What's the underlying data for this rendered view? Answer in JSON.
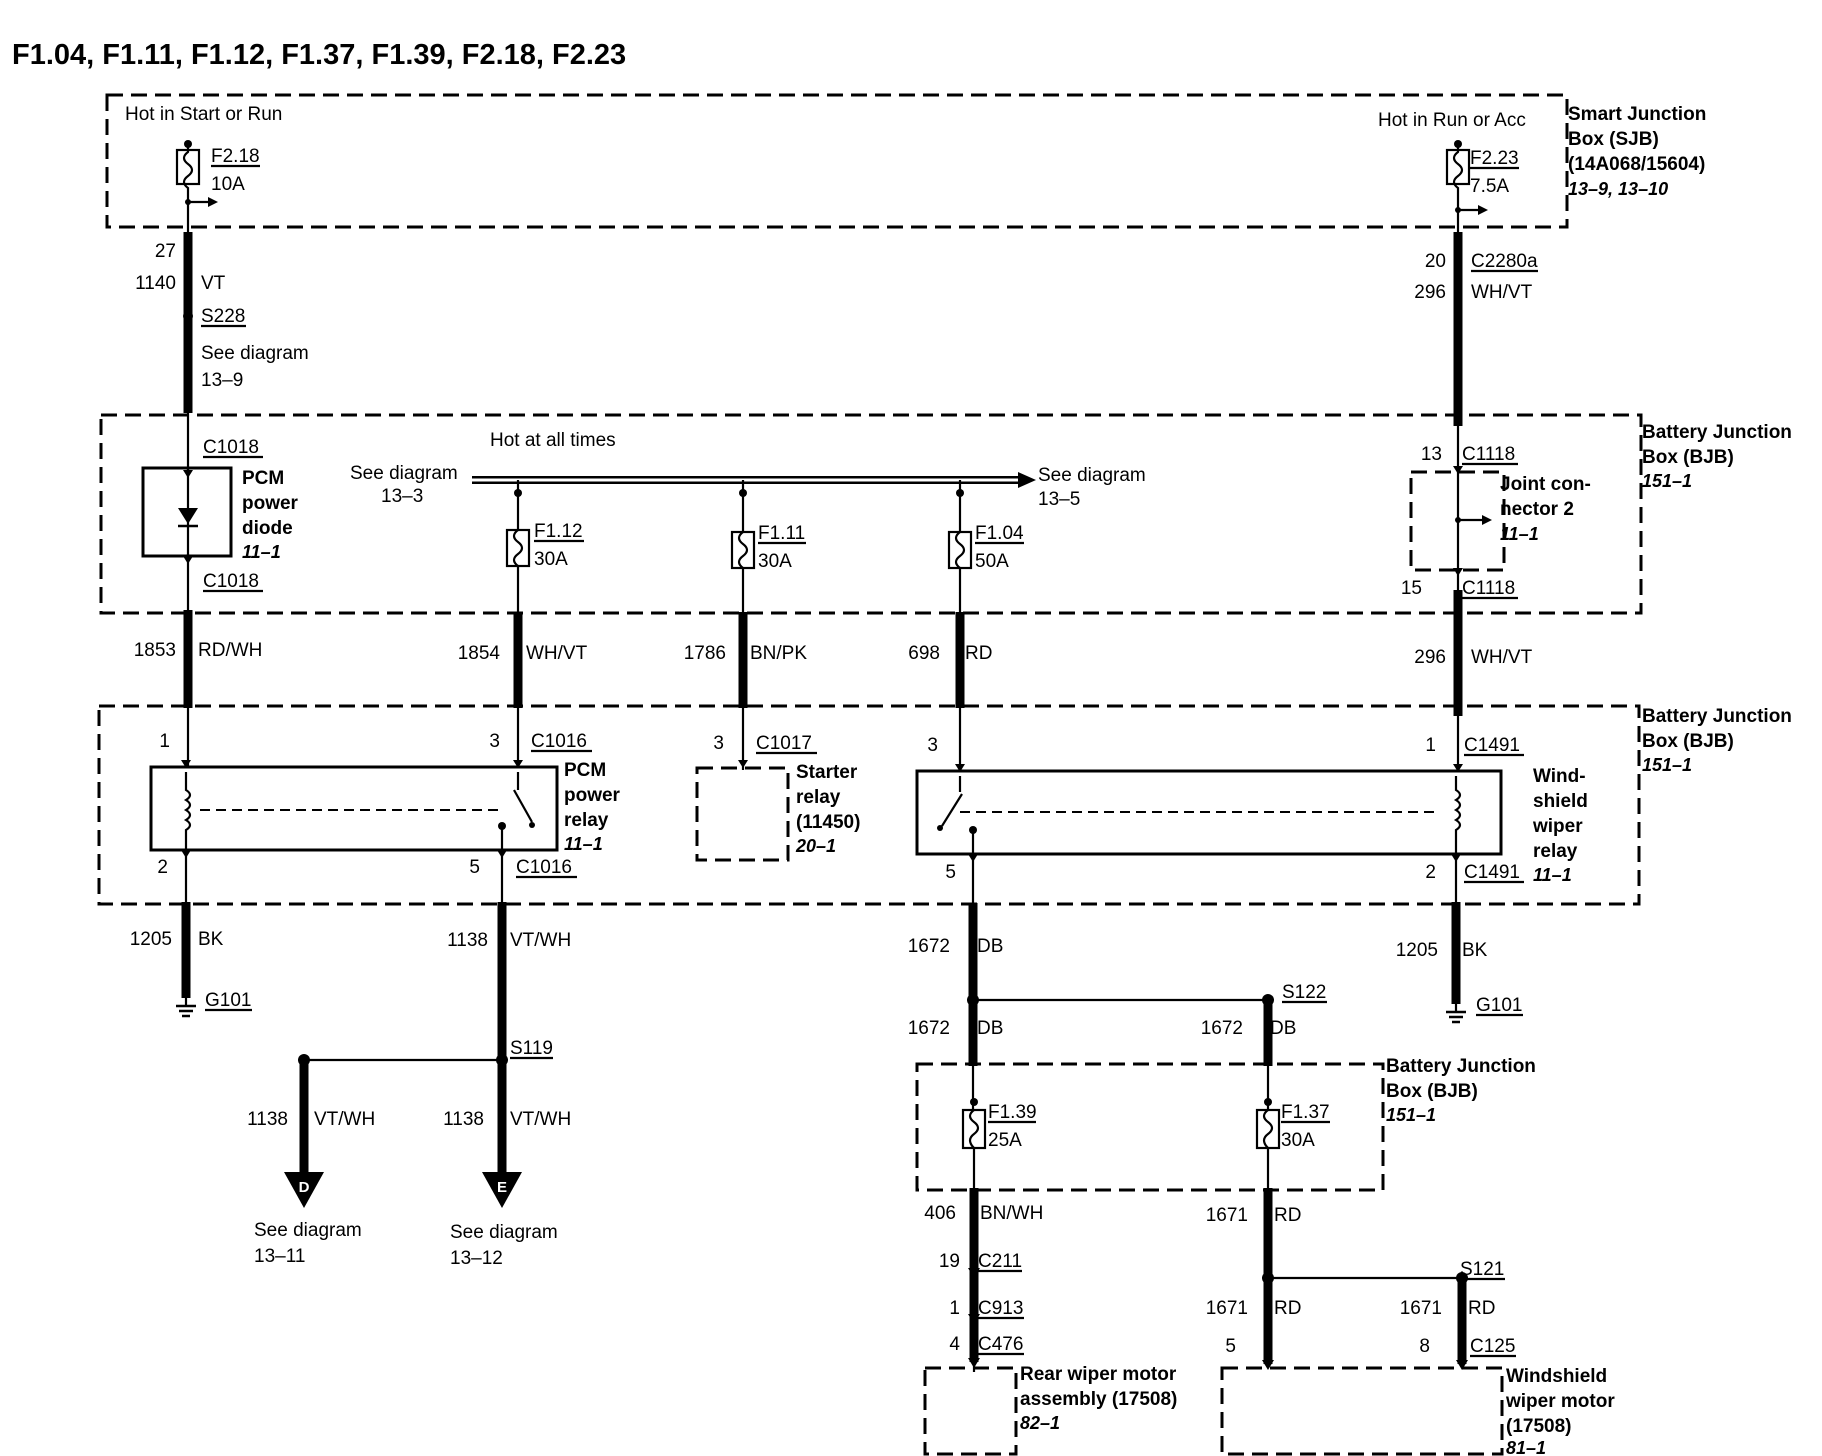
{
  "title": "F1.04, F1.11, F1.12, F1.37, F1.39, F2.18, F2.23",
  "labels": {
    "hot_start_run": "Hot in Start or Run",
    "hot_run_acc": "Hot in Run or Acc",
    "hot_all_times": "Hot at all times",
    "see_diagram": "See diagram",
    "sjb_1": "Smart Junction",
    "sjb_2": "Box (SJB)",
    "sjb_3": "(14A068/15604)",
    "sjb_4": "13–9, 13–10",
    "bjb_1": "Battery Junction",
    "bjb_2": "Box (BJB)",
    "bjb_ref": "151–1",
    "pcm_diode_1": "PCM",
    "pcm_diode_2": "power",
    "pcm_diode_3": "diode",
    "pcm_diode_4": "11–1",
    "joint_1": "Joint con-",
    "joint_2": "nector 2",
    "joint_3": "11–1",
    "pcm_relay_1": "PCM",
    "pcm_relay_2": "power",
    "pcm_relay_3": "relay",
    "pcm_relay_4": "11–1",
    "starter_1": "Starter",
    "starter_2": "relay",
    "starter_3": "(11450)",
    "starter_4": "20–1",
    "wiper_relay_1": "Wind-",
    "wiper_relay_2": "shield",
    "wiper_relay_3": "wiper",
    "wiper_relay_4": "relay",
    "wiper_relay_5": "11–1",
    "rear_wiper_1": "Rear wiper motor",
    "rear_wiper_2": "assembly (17508)",
    "rear_wiper_3": "82–1",
    "ws_motor_1": "Windshield",
    "ws_motor_2": "wiper motor",
    "ws_motor_3": "(17508)",
    "ws_motor_4": "81–1"
  },
  "fuses": {
    "f218": {
      "name": "F2.18",
      "amps": "10A"
    },
    "f223": {
      "name": "F2.23",
      "amps": "7.5A"
    },
    "f112": {
      "name": "F1.12",
      "amps": "30A"
    },
    "f111": {
      "name": "F1.11",
      "amps": "30A"
    },
    "f104": {
      "name": "F1.04",
      "amps": "50A"
    },
    "f139": {
      "name": "F1.39",
      "amps": "25A"
    },
    "f137": {
      "name": "F1.37",
      "amps": "30A"
    }
  },
  "refs": {
    "d133": "13–3",
    "d135": "13–5",
    "d139": "13–9",
    "d1311": "13–11",
    "d1312": "13–12"
  },
  "connectors": {
    "c2280a": "C2280a",
    "c1018": "C1018",
    "c1118": "C1118",
    "c1016": "C1016",
    "c1017": "C1017",
    "c1491": "C1491",
    "c211": "C211",
    "c913": "C913",
    "c476": "C476",
    "c125": "C125",
    "s228": "S228",
    "s119": "S119",
    "s122": "S122",
    "s121": "S121",
    "g101": "G101",
    "conn_d": "D",
    "conn_e": "E"
  },
  "pins": {
    "p27": "27",
    "p20": "20",
    "p13": "13",
    "p15": "15",
    "p1": "1",
    "p2": "2",
    "p3": "3",
    "p5": "5",
    "p19": "19",
    "p4": "4",
    "p8": "8"
  },
  "circuits": {
    "c1140": "1140",
    "vt": "VT",
    "c296": "296",
    "whvt": "WH/VT",
    "c1853": "1853",
    "rdwh": "RD/WH",
    "c1854": "1854",
    "c1786": "1786",
    "bnpk": "BN/PK",
    "c698": "698",
    "rd": "RD",
    "c1205": "1205",
    "bk": "BK",
    "c1138": "1138",
    "vtwh": "VT/WH",
    "c1672": "1672",
    "db": "DB",
    "c406": "406",
    "bnwh": "BN/WH",
    "c1671": "1671"
  }
}
